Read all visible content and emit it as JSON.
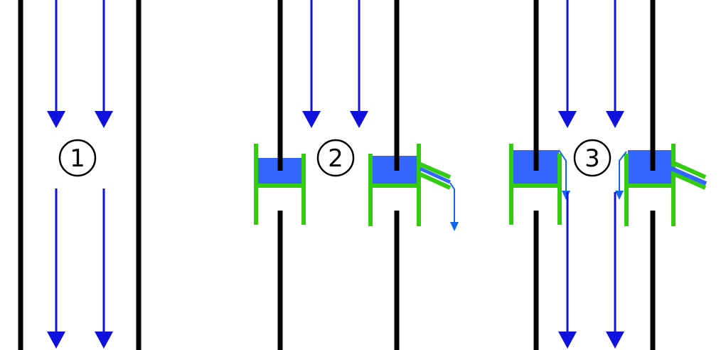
{
  "colors": {
    "background": "#ffffff",
    "wall": "#000000",
    "arrow": "#1111dd",
    "water": "#3366ff",
    "drip": "#1166ee",
    "bracket": "#33cc11"
  },
  "stages": [
    {
      "label": "1",
      "has_bracket": false,
      "has_drip": false
    },
    {
      "label": "2",
      "has_bracket": true,
      "has_drip": true
    },
    {
      "label": "3",
      "has_bracket": true,
      "has_drip": true
    }
  ]
}
